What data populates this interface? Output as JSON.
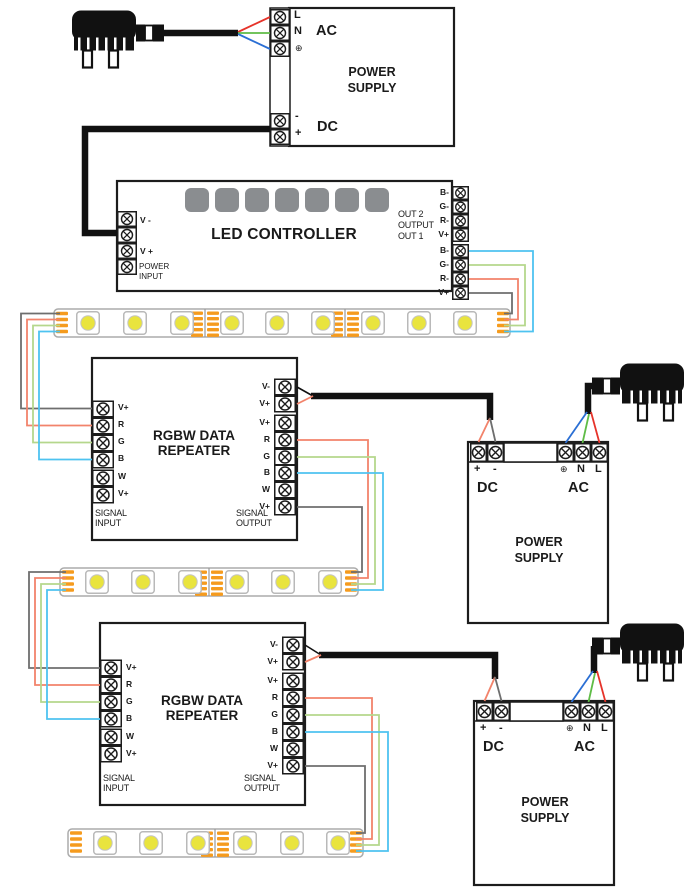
{
  "psu_top": {
    "title": "POWER SUPPLY",
    "ac": "AC",
    "dc": "DC",
    "l": "L",
    "n": "N",
    "earth": "⊕",
    "minus": "-",
    "plus": "+"
  },
  "controller": {
    "title": "LED CONTROLLER",
    "power_input": "POWER INPUT",
    "v_minus": "V -",
    "v_plus": "V +",
    "out2": "OUT 2",
    "output": "OUTPUT",
    "out1": "OUT 1",
    "out2_terminals": [
      "B-",
      "G-",
      "R-",
      "V+"
    ],
    "out1_terminals": [
      "B-",
      "G-",
      "R-",
      "V+"
    ]
  },
  "repeater1": {
    "title": "RGBW DATA REPEATER",
    "signal_input": "SIGNAL INPUT",
    "signal_output": "SIGNAL OUTPUT",
    "input_terminals": [
      "V+",
      "R",
      "G",
      "B",
      "W",
      "V+"
    ],
    "output_terminals": [
      "V-",
      "V+",
      "V+",
      "R",
      "G",
      "B",
      "W",
      "V+"
    ]
  },
  "repeater2": {
    "title": "RGBW DATA REPEATER",
    "signal_input": "SIGNAL INPUT",
    "signal_output": "SIGNAL OUTPUT",
    "input_terminals": [
      "V+",
      "R",
      "G",
      "B",
      "W",
      "V+"
    ],
    "output_terminals": [
      "V-",
      "V+",
      "V+",
      "R",
      "G",
      "B",
      "W",
      "V+"
    ]
  },
  "psu_mid": {
    "title": "POWER SUPPLY",
    "dc": "DC",
    "ac": "AC",
    "plus": "+",
    "minus": "-",
    "earth": "⊕",
    "n": "N",
    "l": "L"
  },
  "psu_bottom": {
    "title": "POWER SUPPLY",
    "dc": "DC",
    "ac": "AC",
    "plus": "+",
    "minus": "-",
    "earth": "⊕",
    "n": "N",
    "l": "L"
  },
  "colors": {
    "wire_red": "#e6332a",
    "wire_green": "#5fbc46",
    "wire_blue": "#2b6fd4",
    "wire_salmon": "#f2836b",
    "wire_pale_green": "#b5d78c",
    "wire_cyan": "#4ec3f0",
    "wire_gray": "#6e6e6e",
    "pad_orange": "#f59b1e",
    "led_yellow": "#e9e43e",
    "button_gray": "#8a8d90"
  }
}
